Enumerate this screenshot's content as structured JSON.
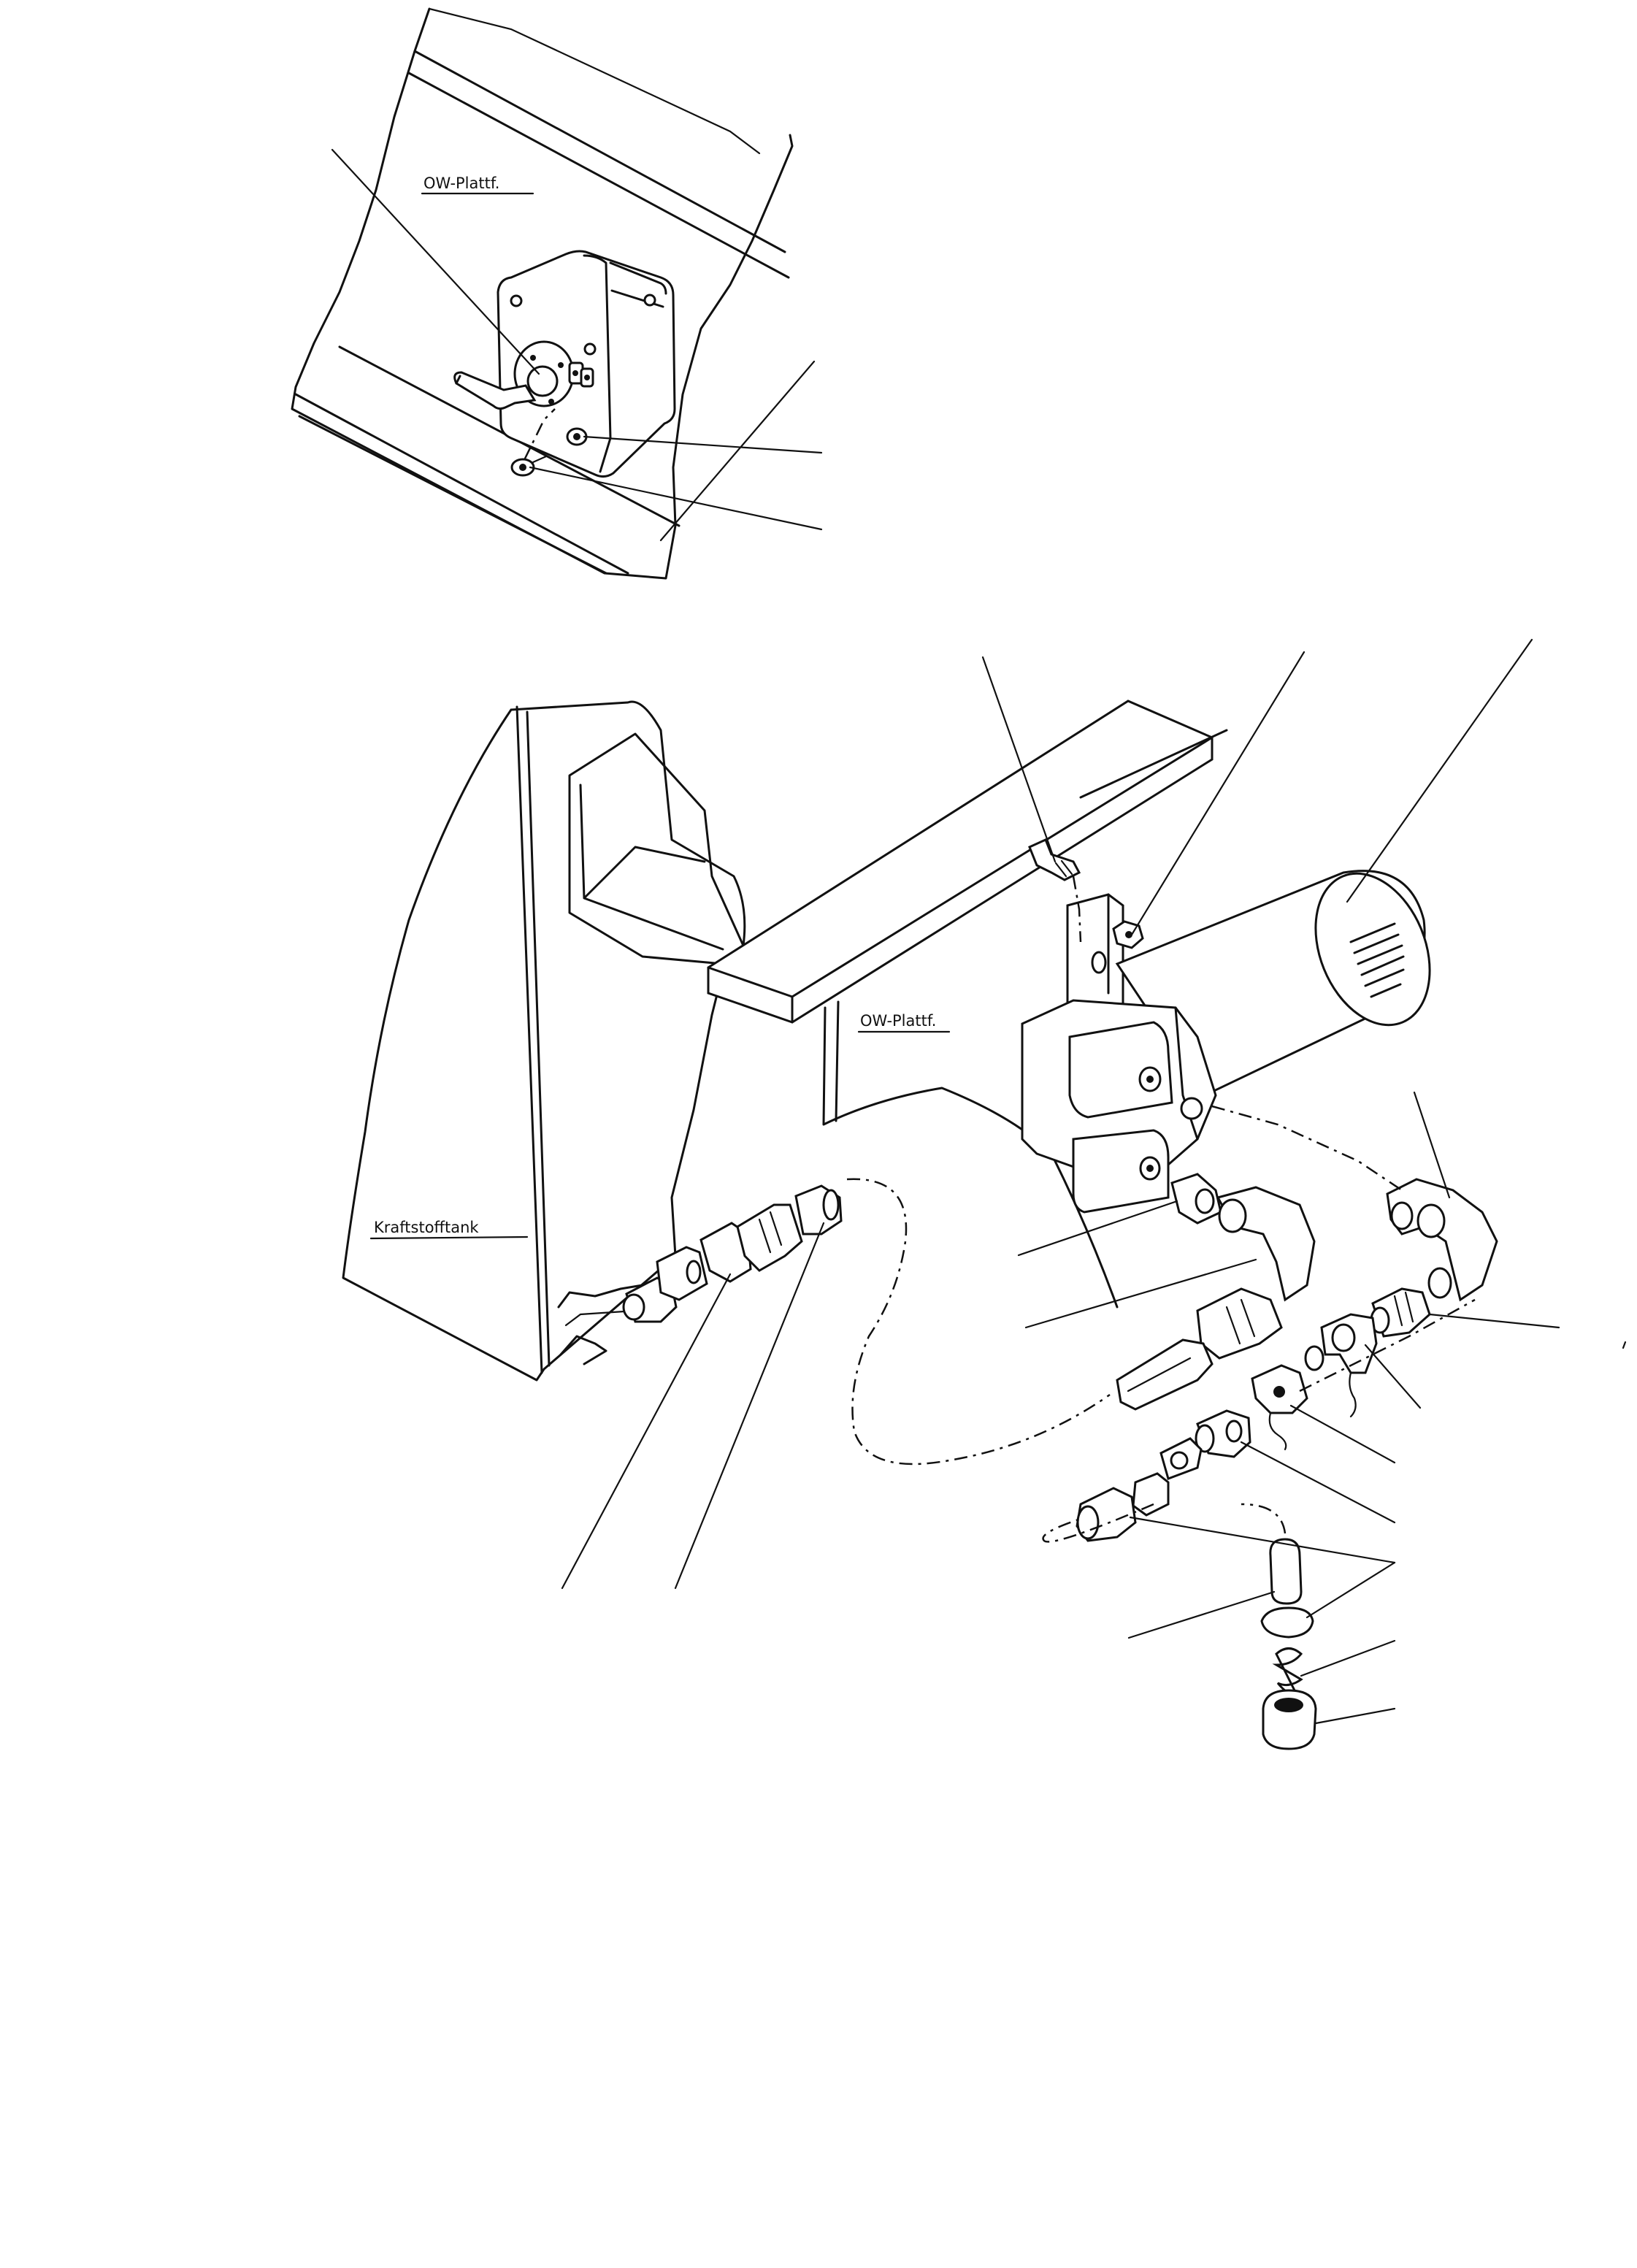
{
  "labels": {
    "ow_plattf_top": "OW-Plattf.",
    "ow_plattf_main": "OW-Plattf.",
    "kraftstofftank": "Kraftstofftank"
  },
  "colors": {
    "ink": "#111111",
    "paper": "#ffffff"
  }
}
